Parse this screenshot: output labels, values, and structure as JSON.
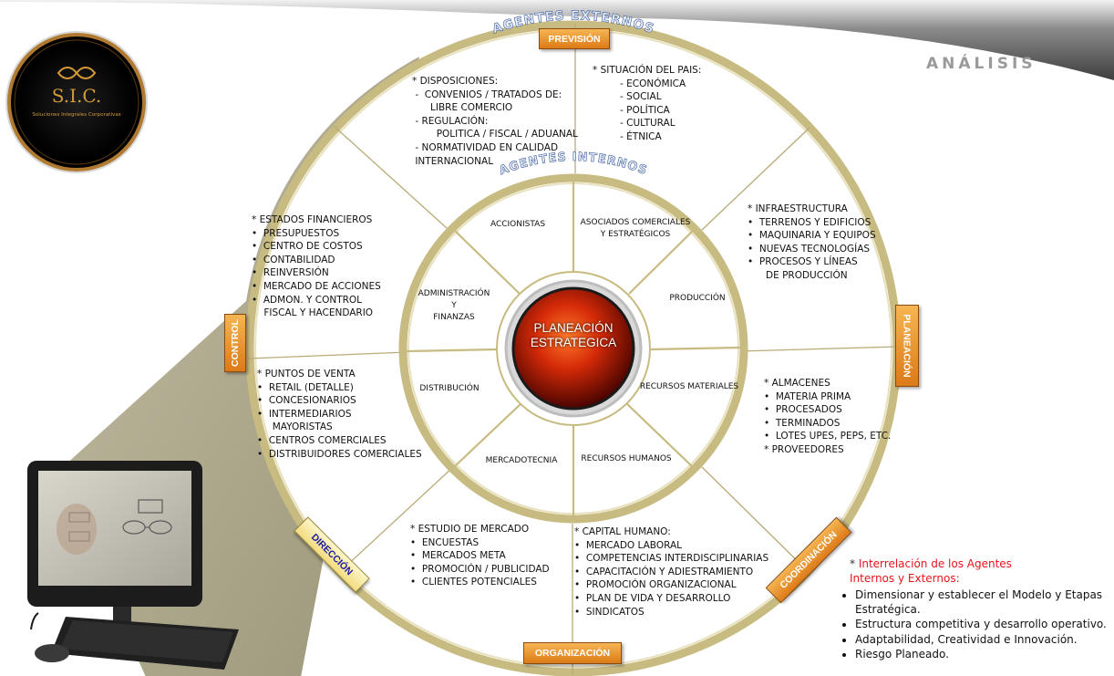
{
  "header": {
    "title": "ANÁLISIS"
  },
  "logo": {
    "brand": "S.I.C.",
    "tagline": "Soluciones Integrales Corporativas"
  },
  "rings": {
    "outer_label": "AGENTES EXTERNOS",
    "inner_label": "AGENTES INTERNOS"
  },
  "center": {
    "line1": "PLANEACIÓN",
    "line2": "ESTRATEGICA"
  },
  "stages": {
    "prevision": "PREVISIÓN",
    "planeacion": "PLANEACIÓN",
    "organizacion": "ORGANIZACIÓN",
    "coordinacion": "COORDINACIÓN",
    "direccion": "DIRECCIÓN",
    "control": "CONTROL"
  },
  "internal": {
    "accionistas": "ACCIONISTAS",
    "asociados": "ASOCIADOS COMERCIALES\nY ESTRATÉGICOS",
    "produccion": "PRODUCCIÓN",
    "recursos_materiales": "RECURSOS MATERIALES",
    "recursos_humanos": "RECURSOS HUMANOS",
    "mercadotecnia": "MERCADOTECNIA",
    "distribucion": "DISTRIBUCIÓN",
    "administracion": "ADMINISTRACIÓN\nY\nFINANZAS"
  },
  "external": {
    "disposiciones": "* DISPOSICIONES:\n -  CONVENIOS / TRATADOS DE:\n      LIBRE COMERCIO\n - REGULACIÓN:\n        POLITICA / FISCAL / ADUANAL\n - NORMATIVIDAD EN CALIDAD\n INTERNACIONAL",
    "situacion": "* SITUACIÓN DEL PAIS:\n         - ECONÓMICA\n         - SOCIAL\n         - POLÍTICA\n         - CULTURAL\n         - ÉTNICA",
    "infraestructura": "* INFRAESTRUCTURA\n•  TERRENOS Y EDIFICIOS\n•  MAQUINARIA Y EQUIPOS\n•  NUEVAS TECNOLOGÍAS\n•  PROCESOS Y LÍNEAS\n      DE PRODUCCIÓN",
    "almacenes": "* ALMACENES\n•  MATERIA PRIMA\n•  PROCESADOS\n•  TERMINADOS\n•  LOTES UPES, PEPS, ETC.\n* PROVEEDORES",
    "capital": "* CAPITAL HUMANO:\n•  MERCADO LABORAL\n•  COMPETENCIAS INTERDISCIPLINARIAS\n•  CAPACITACIÓN Y ADIESTRAMIENTO\n•  PROMOCIÓN ORGANIZACIONAL\n•  PLAN DE VIDA Y DESARROLLO\n•  SINDICATOS",
    "estudio": "* ESTUDIO DE MERCADO\n•  ENCUESTAS\n•  MERCADOS META\n•  PROMOCIÓN / PUBLICIDAD\n•  CLIENTES POTENCIALES",
    "puntos": "* PUNTOS DE VENTA\n•  RETAIL (DETALLE)\n•  CONCESIONARIOS\n•  INTERMEDIARIOS\n     MAYORISTAS\n•  CENTROS COMERCIALES\n•  DISTRIBUIDORES COMERCIALES",
    "estados": "* ESTADOS FINANCIEROS\n•  PRESUPUESTOS\n•  CENTRO DE COSTOS\n•  CONTABILIDAD\n•  REINVERSIÓN\n•  MERCADO DE ACCIONES\n•  ADMON. Y CONTROL\n    FISCAL Y HACENDARIO"
  },
  "notes": {
    "star": "*",
    "heading_line1": "Interrelación de los Agentes",
    "heading_line2": "Internos y Externos:",
    "items": [
      "Dimensionar y establecer el Modelo y Etapas Estratégica.",
      "Estructura competitiva y desarrollo operativo.",
      "Adaptabilidad, Creatividad e Innovación.",
      "Riesgo Planeado."
    ]
  },
  "colors": {
    "ring": "#c8bb82",
    "accent": "#e8141c",
    "stage_box": "#f0a040",
    "stage_text_dark": "#1a1aa0"
  }
}
